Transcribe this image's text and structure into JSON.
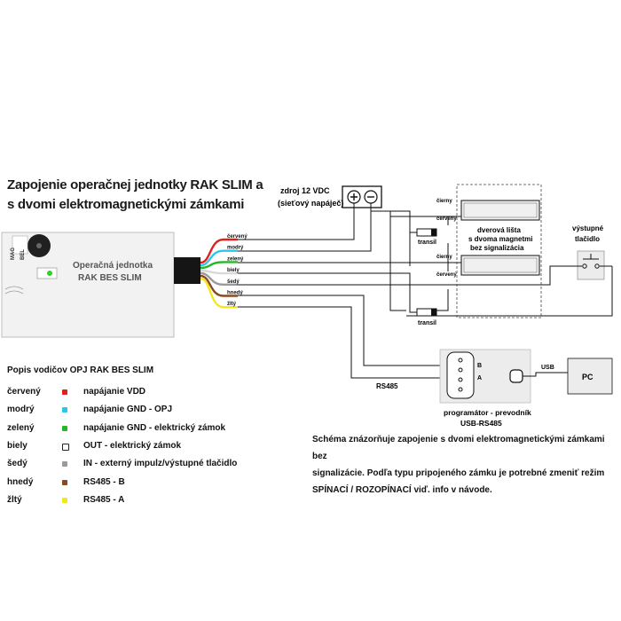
{
  "title_lines": [
    "Zapojenie operačnej jednotky RAK SLIM a",
    "s dvomi elektromagnetickými zámkami"
  ],
  "unit": {
    "label_line1": "Operačná jednotka",
    "label_line2": "RAK BES SLIM",
    "side_labels": [
      "MAG",
      "BEL"
    ]
  },
  "wires": [
    {
      "name": "červený",
      "color": "#e0201c"
    },
    {
      "name": "modrý",
      "color": "#29c8e8"
    },
    {
      "name": "zelený",
      "color": "#24b826"
    },
    {
      "name": "biely",
      "color": "#d8d8d8"
    },
    {
      "name": "šedý",
      "color": "#9a9a9a"
    },
    {
      "name": "hnedý",
      "color": "#8a4a22"
    },
    {
      "name": "žltý",
      "color": "#f2e81a"
    }
  ],
  "power": {
    "line1": "zdroj  12 VDC",
    "line2": "(sieťový napáječ)"
  },
  "magnets": {
    "transil": "transil",
    "wire_labels": [
      "čierny",
      "červený",
      "čierny",
      "červený"
    ],
    "door_label": [
      "dverová lišta",
      "s dvoma magnetmi",
      "bez signalizácia"
    ]
  },
  "exit_button": {
    "line1": "výstupné",
    "line2": "tlačidlo"
  },
  "rs485_label": "RS485",
  "programmer": {
    "pins": [
      "B",
      "A"
    ],
    "usb": "USB",
    "pc": "PC",
    "line1": "programátor - prevodník",
    "line2": "USB-RS485"
  },
  "legend": {
    "title": "Popis vodičov OPJ RAK BES SLIM",
    "rows": [
      {
        "name": "červený",
        "color": "#e0201c",
        "desc": "napájanie VDD"
      },
      {
        "name": "modrý",
        "color": "#29c8e8",
        "desc": "napájanie GND - OPJ"
      },
      {
        "name": "zelený",
        "color": "#24b826",
        "desc": "napájanie GND - elektrický zámok"
      },
      {
        "name": "biely",
        "color": "#ffffff",
        "desc": "OUT - elektrický zámok"
      },
      {
        "name": "šedý",
        "color": "#9a9a9a",
        "desc": "IN - externý impulz/výstupné tlačidlo"
      },
      {
        "name": "hnedý",
        "color": "#8a4a22",
        "desc": "RS485 - B"
      },
      {
        "name": "žltý",
        "color": "#f2e81a",
        "desc": "RS485 - A"
      }
    ]
  },
  "note": [
    "Schéma znázorňuje zapojenie s dvomi elektromagnetickými zámkami bez",
    "signalizácie.  Podľa typu pripojeného zámku je potrebné zmeniť režim",
    "SPÍNACÍ / ROZOPÍNACÍ viď. info v návode."
  ]
}
